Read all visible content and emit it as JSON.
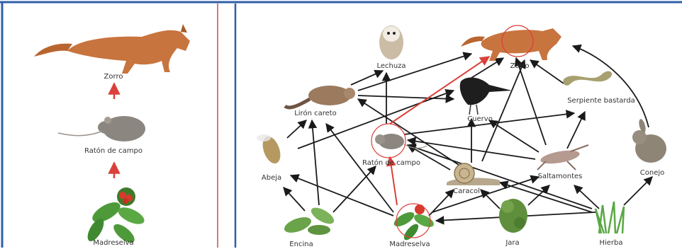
{
  "left_chain": {
    "labels": {
      "fox": "Zorro",
      "mouse": "Ratón de campo",
      "honeysuckle": "Madreselva"
    }
  },
  "web": {
    "labels": {
      "lechuza": "Lechuza",
      "zorro": "Zorro",
      "liron": "Lirón careto",
      "cuervo": "Cuervo",
      "serpiente": "Serpiente bastarda",
      "abeja": "Abeja",
      "raton": "Ratón de campo",
      "caracol": "Caracol",
      "saltamontes": "Saltamontes",
      "conejo": "Conejo",
      "encina": "Encina",
      "madreselva": "Madreselva",
      "jara": "Jara",
      "hierba": "Hierba"
    }
  },
  "colors": {
    "frame_blue": "#2f5fa8",
    "divider_red": "#c0504d",
    "highlight_red": "#d9413a",
    "arrow_black": "#1a1a1a"
  }
}
